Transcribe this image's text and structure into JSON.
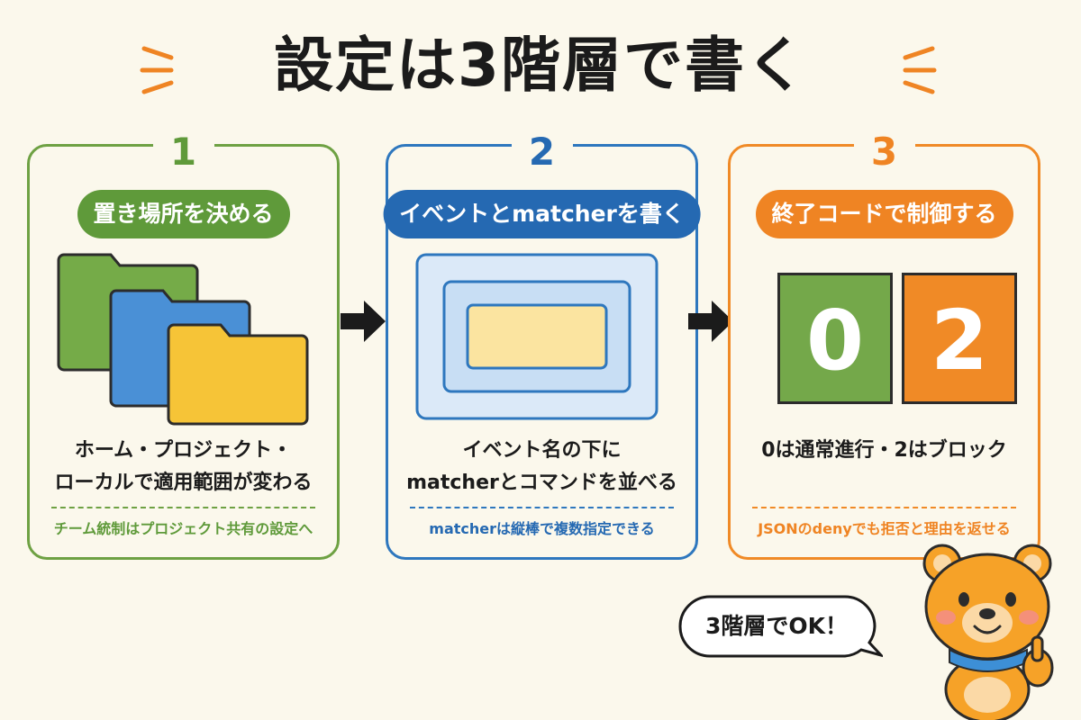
{
  "title": "設定は3階層で書く",
  "steps": [
    {
      "number": "1",
      "label": "置き場所を決める",
      "desc_line1": "ホーム・プロジェクト・",
      "desc_line2": "ローカルで適用範囲が変わる",
      "note": "チーム統制はプロジェクト共有の設定へ"
    },
    {
      "number": "2",
      "label": "イベントとmatcherを書く",
      "desc_line1": "イベント名の下に",
      "desc_line2": "matcherとコマンドを並べる",
      "note": "matcherは縦棒で複数指定できる"
    },
    {
      "number": "3",
      "label": "終了コードで制御する",
      "desc_line1": "0は通常進行・2はブロック",
      "desc_line2": "",
      "note": "JSONのdenyでも拒否と理由を返せる",
      "codes": [
        "0",
        "2"
      ]
    }
  ],
  "mascot": {
    "speech": "3階層でOK！"
  },
  "colors": {
    "green": "#5f9a3a",
    "blue": "#2569b2",
    "orange": "#ef8423",
    "background": "#fbf8ec"
  }
}
